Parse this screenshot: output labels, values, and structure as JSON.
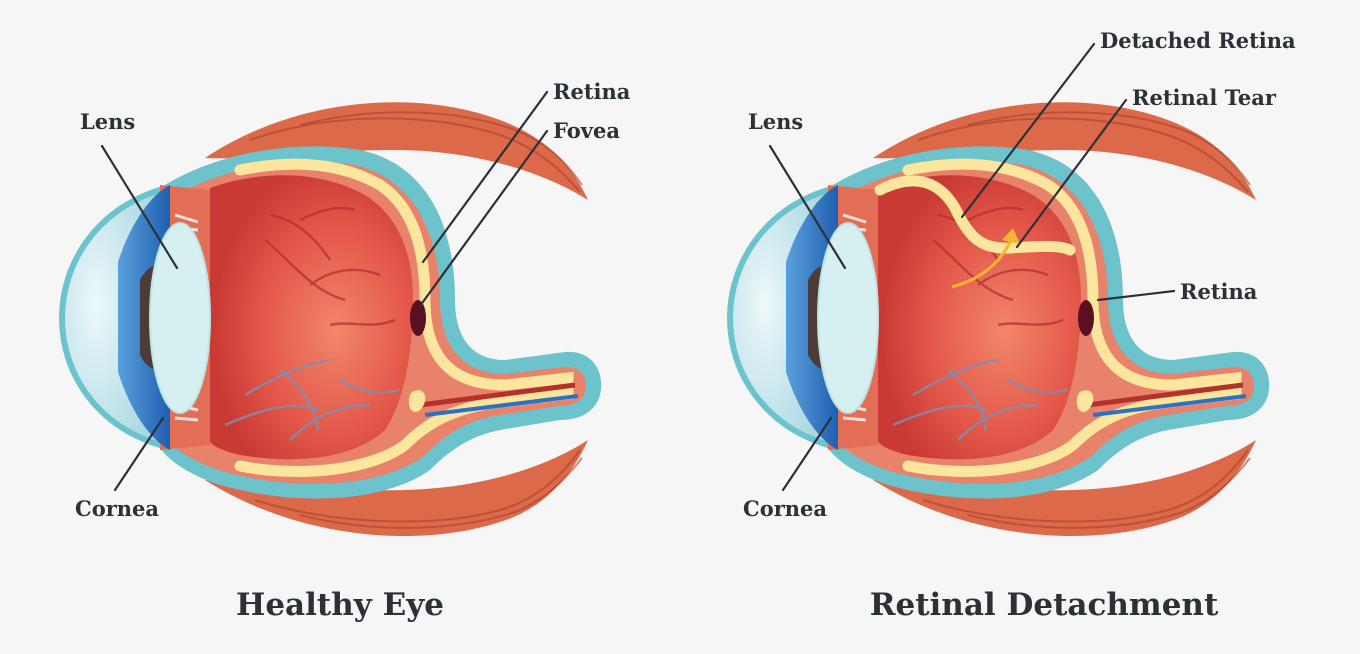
{
  "panels": [
    {
      "caption": "Healthy Eye",
      "labels": {
        "lens": "Lens",
        "cornea": "Cornea",
        "retina": "Retina",
        "fovea": "Fovea"
      }
    },
    {
      "caption": "Retinal Detachment",
      "labels": {
        "lens": "Lens",
        "cornea": "Cornea",
        "retina": "Retina",
        "detached_retina": "Detached Retina",
        "retinal_tear": "Retinal Tear"
      }
    }
  ],
  "colors": {
    "background": "#f6f6f6",
    "muscle": "#dc6a4a",
    "muscle_stripe": "#a9412c",
    "sclera_outline": "#6cc3cb",
    "choroid": "#e8826a",
    "vitreous": "#d8453c",
    "retina": "#fce59c",
    "cornea": "#bfe3ea",
    "iris": "#2a73c4",
    "lens": "#d6f0f1",
    "fovea": "#5a1020",
    "vein": "#7f8fb0",
    "artery": "#b3322c",
    "tear_arrow": "#f6b533",
    "text": "#2c3138"
  }
}
